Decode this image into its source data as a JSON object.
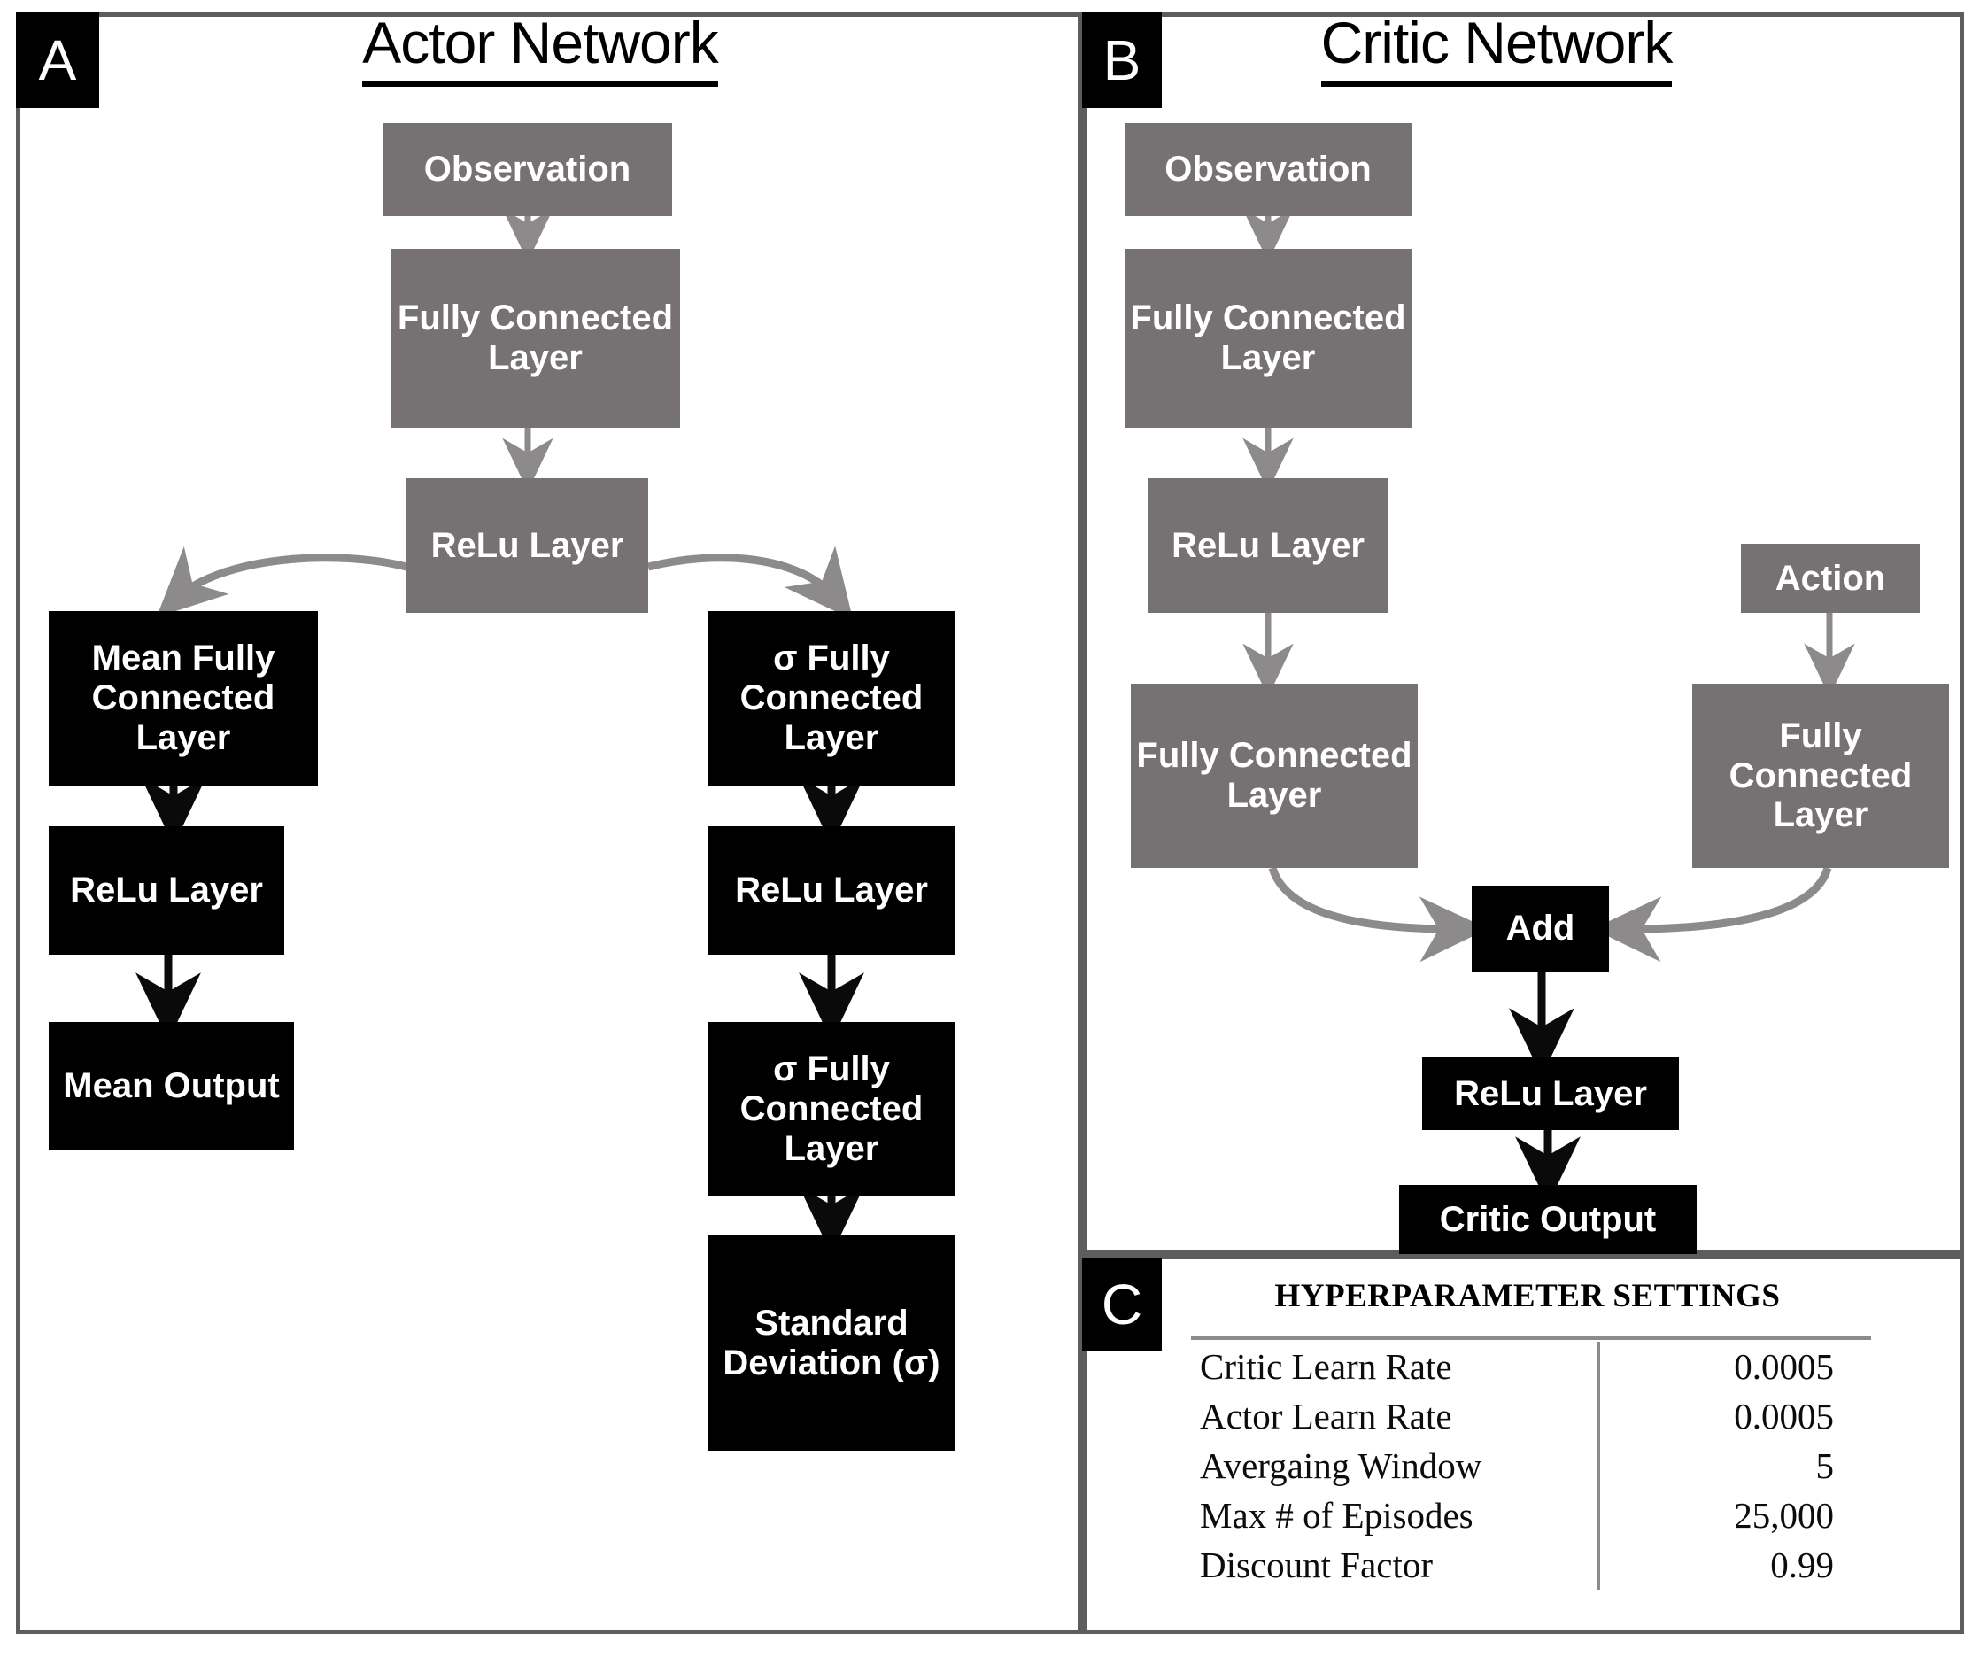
{
  "panels": {
    "actor": {
      "badge": "A",
      "title": "Actor Network"
    },
    "critic": {
      "badge": "B",
      "title": "Critic Network"
    },
    "hyper": {
      "badge": "C",
      "title": "HYPERPARAMETER SETTINGS"
    }
  },
  "actor_nodes": {
    "observation": "Observation",
    "fc1": "Fully Connected Layer",
    "relu1": "ReLu Layer",
    "mean_fc": "Mean Fully Connected Layer",
    "mean_relu": "ReLu Layer",
    "mean_out": "Mean Output",
    "sigma_fc": "σ Fully Connected Layer",
    "sigma_relu": "ReLu Layer",
    "sigma_fc2": "σ Fully Connected Layer",
    "sigma_out": "Standard Deviation (σ)"
  },
  "critic_nodes": {
    "observation": "Observation",
    "fc1": "Fully Connected Layer",
    "relu1": "ReLu Layer",
    "fc2": "Fully Connected Layer",
    "action": "Action",
    "fc3": "Fully Connected Layer",
    "add": "Add",
    "relu2": "ReLu Layer",
    "output": "Critic Output"
  },
  "hyperparameters": {
    "rows": [
      {
        "name": "Critic Learn Rate",
        "value": "0.0005"
      },
      {
        "name": "Actor Learn Rate",
        "value": "0.0005"
      },
      {
        "name": "Avergaing Window",
        "value": "5"
      },
      {
        "name": "Max # of Episodes",
        "value": "25,000"
      },
      {
        "name": "Discount Factor",
        "value": "0.99"
      }
    ]
  },
  "colors": {
    "gray_node": "#767274",
    "black_node": "#000000",
    "frame": "#5d5d5d",
    "rule": "#8c8c8c"
  }
}
